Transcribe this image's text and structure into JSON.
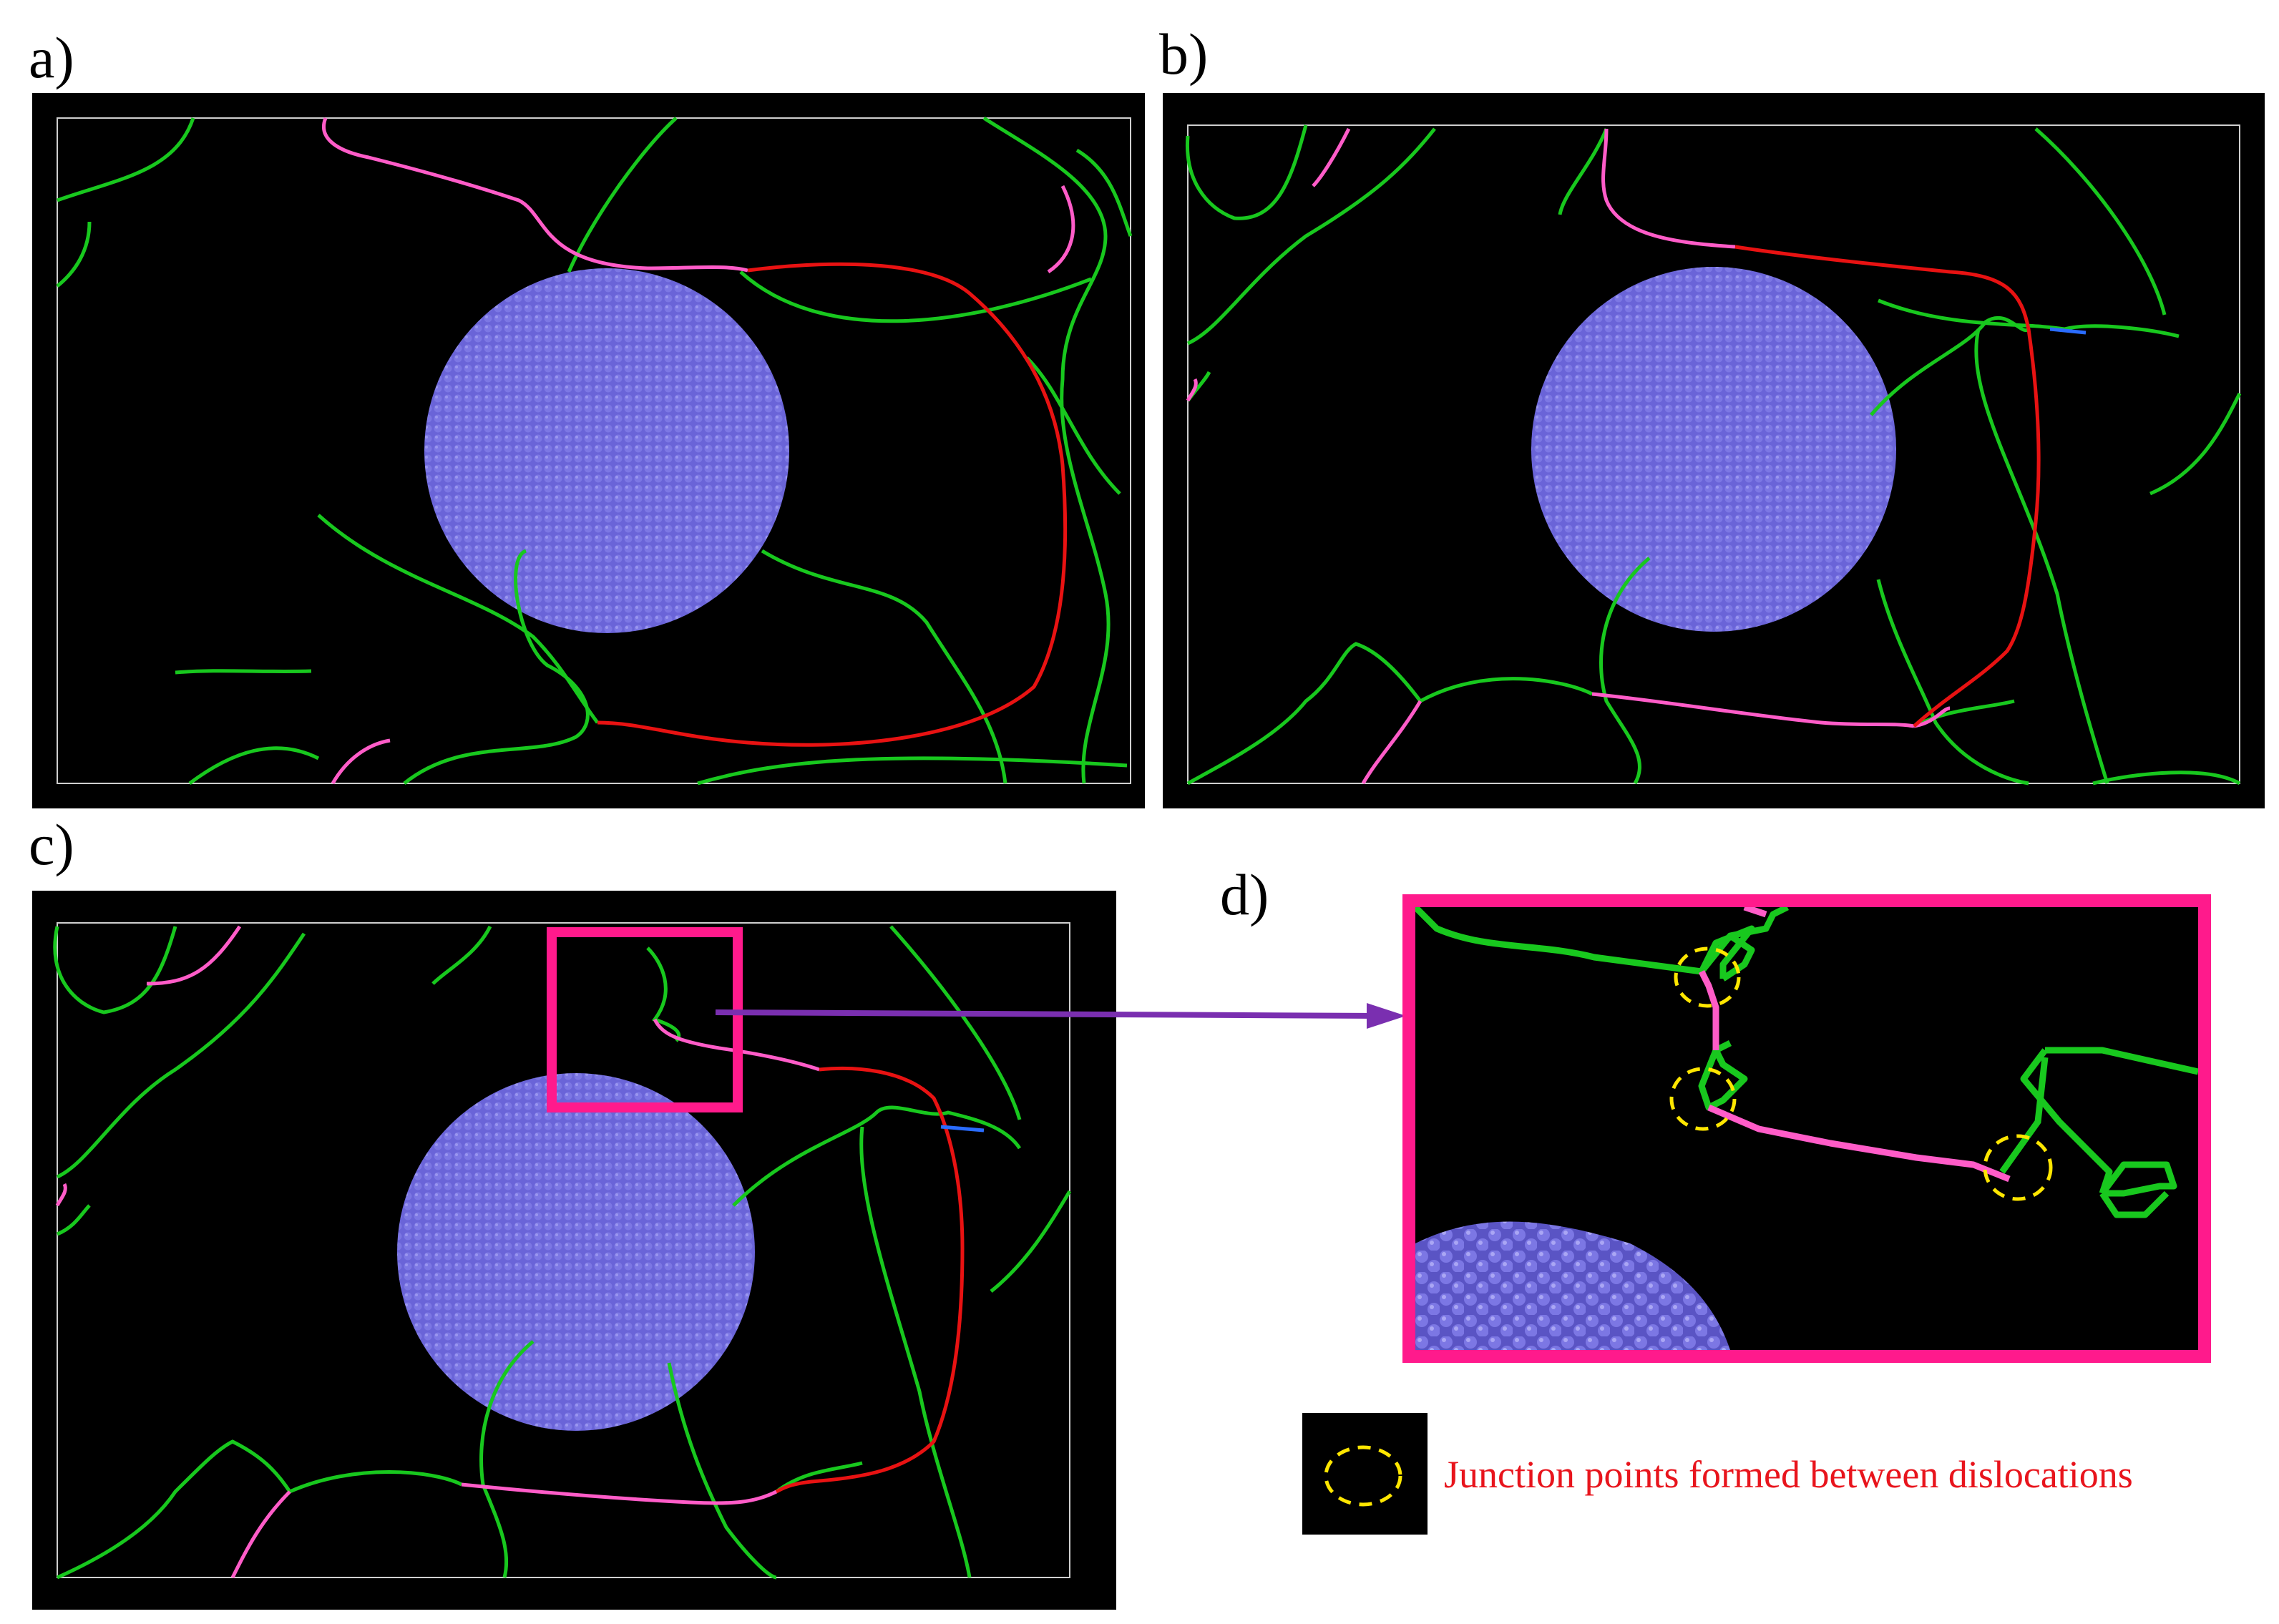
{
  "panels": {
    "a": {
      "label": "a)"
    },
    "b": {
      "label": "b)"
    },
    "c": {
      "label": "c)"
    },
    "d": {
      "label": "d)"
    }
  },
  "legend": {
    "text": "Junction points formed between dislocations",
    "marker": "yellow-dashed-circle"
  },
  "colors": {
    "background": "#000000",
    "precipitate": "#6a64d8",
    "dislocation_green": "#18c81e",
    "dislocation_pink": "#ff5cc8",
    "dislocation_red": "#e81212",
    "dislocation_blue": "#2a6cff",
    "highlight_frame": "#ff1a8c",
    "arrow": "#7a2fb0",
    "junction_marker": "#ffe600",
    "legend_text": "#e8141c"
  }
}
